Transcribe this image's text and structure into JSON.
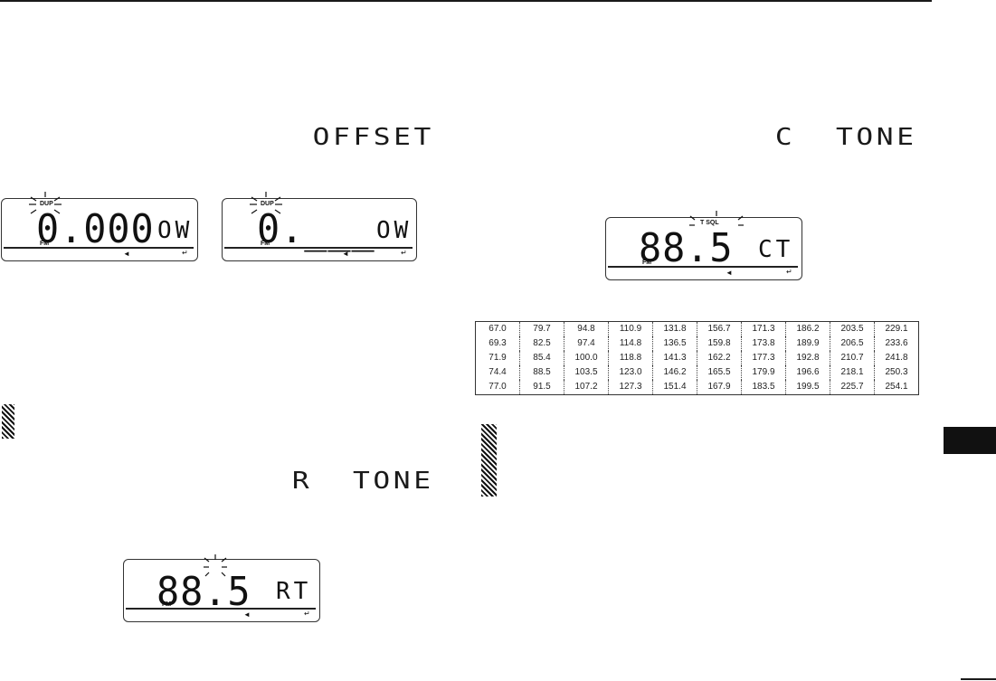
{
  "left": {
    "offset_label": "OFFSET",
    "offset_displays": [
      {
        "indicator": "DUP",
        "main": "0.000",
        "side": "OW",
        "mode": "FM"
      },
      {
        "indicator": "DUP",
        "main": "0.___",
        "side": "OW",
        "mode": "FM"
      }
    ],
    "rtone_label": "R  TONE",
    "rtone_display": {
      "main": "88.5",
      "side": "RT",
      "mode": "FM"
    }
  },
  "right": {
    "ctone_label": "C  TONE",
    "ctone_display": {
      "indicator": "T SQL",
      "main": "88.5",
      "side": "CT",
      "mode": "FM"
    },
    "tone_table": [
      [
        "67.0",
        "79.7",
        "94.8",
        "110.9",
        "131.8",
        "156.7",
        "171.3",
        "186.2",
        "203.5",
        "229.1"
      ],
      [
        "69.3",
        "82.5",
        "97.4",
        "114.8",
        "136.5",
        "159.8",
        "173.8",
        "189.9",
        "206.5",
        "233.6"
      ],
      [
        "71.9",
        "85.4",
        "100.0",
        "118.8",
        "141.3",
        "162.2",
        "177.3",
        "192.8",
        "210.7",
        "241.8"
      ],
      [
        "74.4",
        "88.5",
        "103.5",
        "123.0",
        "146.2",
        "165.5",
        "179.9",
        "196.6",
        "218.1",
        "250.3"
      ],
      [
        "77.0",
        "91.5",
        "107.2",
        "127.3",
        "151.4",
        "167.9",
        "183.5",
        "199.5",
        "225.7",
        "254.1"
      ]
    ]
  },
  "colors": {
    "ink": "#111111",
    "paper": "#ffffff"
  },
  "icons": {
    "enter": "enter-arrow-icon",
    "left": "left-triangle-icon"
  }
}
